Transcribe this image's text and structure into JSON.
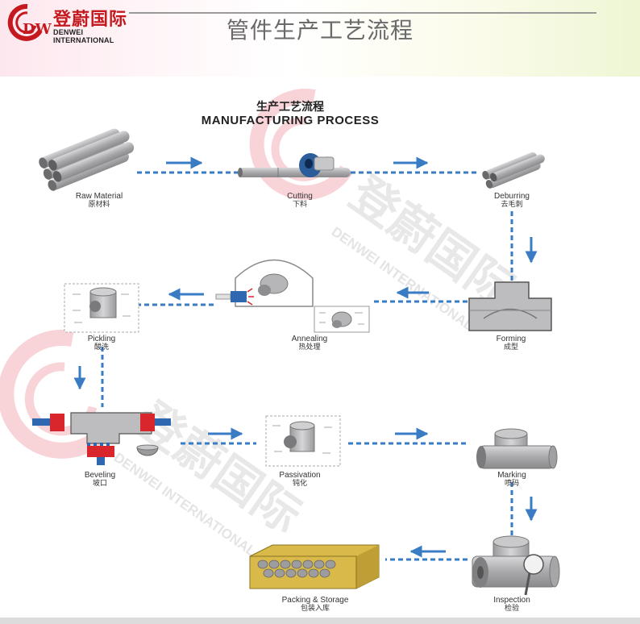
{
  "header": {
    "logo": {
      "cn": "登蔚国际",
      "en": "DENWEI  INTERNATIONAL",
      "mark": "DW"
    },
    "title": "管件生产工艺流程"
  },
  "diagram": {
    "title_cn": "生产工艺流程",
    "title_en": "MANUFACTURING PROCESS",
    "steps": [
      {
        "en": "Raw Material",
        "cn": "原材料"
      },
      {
        "en": "Cutting",
        "cn": "下料"
      },
      {
        "en": "Deburring",
        "cn": "去毛刺"
      },
      {
        "en": "Forming",
        "cn": "成型"
      },
      {
        "en": "Annealing",
        "cn": "热处理"
      },
      {
        "en": "Pickling",
        "cn": "酸洗"
      },
      {
        "en": "Beveling",
        "cn": "坡口"
      },
      {
        "en": "Passivation",
        "cn": "钝化"
      },
      {
        "en": "Marking",
        "cn": "喷码"
      },
      {
        "en": "Inspection",
        "cn": "检验"
      },
      {
        "en": "Packing & Storage",
        "cn": "包装入库"
      }
    ]
  },
  "watermark": {
    "cn": "登蔚国际",
    "en": "DENWEI INTERNATIONAL"
  },
  "colors": {
    "flow": "#3a7cc4",
    "metal": "#b9b9bb",
    "metal_dark": "#8f8f91",
    "clamp": "#d8262c",
    "box": "#d8b94a",
    "brand": "#c41a1f"
  }
}
